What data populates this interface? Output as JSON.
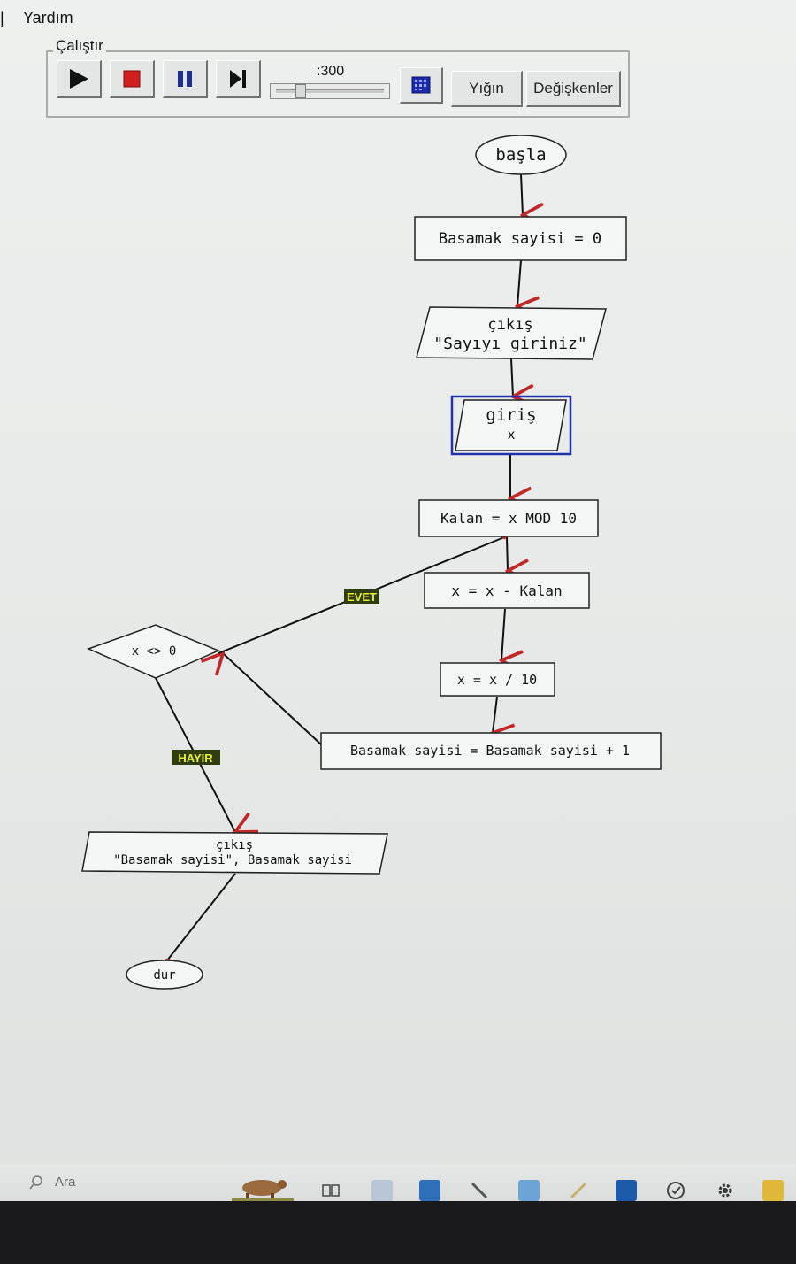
{
  "menubar": {
    "separator": "|",
    "help": "Yardım"
  },
  "run_group": {
    "label": "Çalıştır",
    "speed": ":300",
    "speed_fraction": 0.2,
    "buttons": {
      "play": "play-icon",
      "stop": "stop-icon",
      "pause": "pause-icon",
      "step": "step-icon",
      "view": "grid-icon"
    },
    "stack_label": "Yığın",
    "variables_label": "Değişkenler"
  },
  "flowchart": {
    "start": "başla",
    "assign_digits": "Basamak sayisi = 0",
    "output_prompt": {
      "keyword": "çıkış",
      "text": "\"Sayıyı giriniz\""
    },
    "input": {
      "keyword": "giriş",
      "var": "x"
    },
    "assign_remainder": "Kalan = x MOD 10",
    "assign_x_minus": "x = x - Kalan",
    "assign_x_div": "x = x / 10",
    "assign_increment": "Basamak sayisi = Basamak sayisi + 1",
    "decision": "x <> 0",
    "yes_label": "EVET",
    "no_label": "HAYIR",
    "output_result": {
      "keyword": "çıkış",
      "text": "\"Basamak sayisi\", Basamak sayisi"
    },
    "end": "dur"
  },
  "taskbar": {
    "search_placeholder": "Ara"
  },
  "colors": {
    "arrow": "#c0282a",
    "selected_border": "#2233aa",
    "label_bg": "#2f3d10",
    "label_fg": "#e7f03a"
  }
}
